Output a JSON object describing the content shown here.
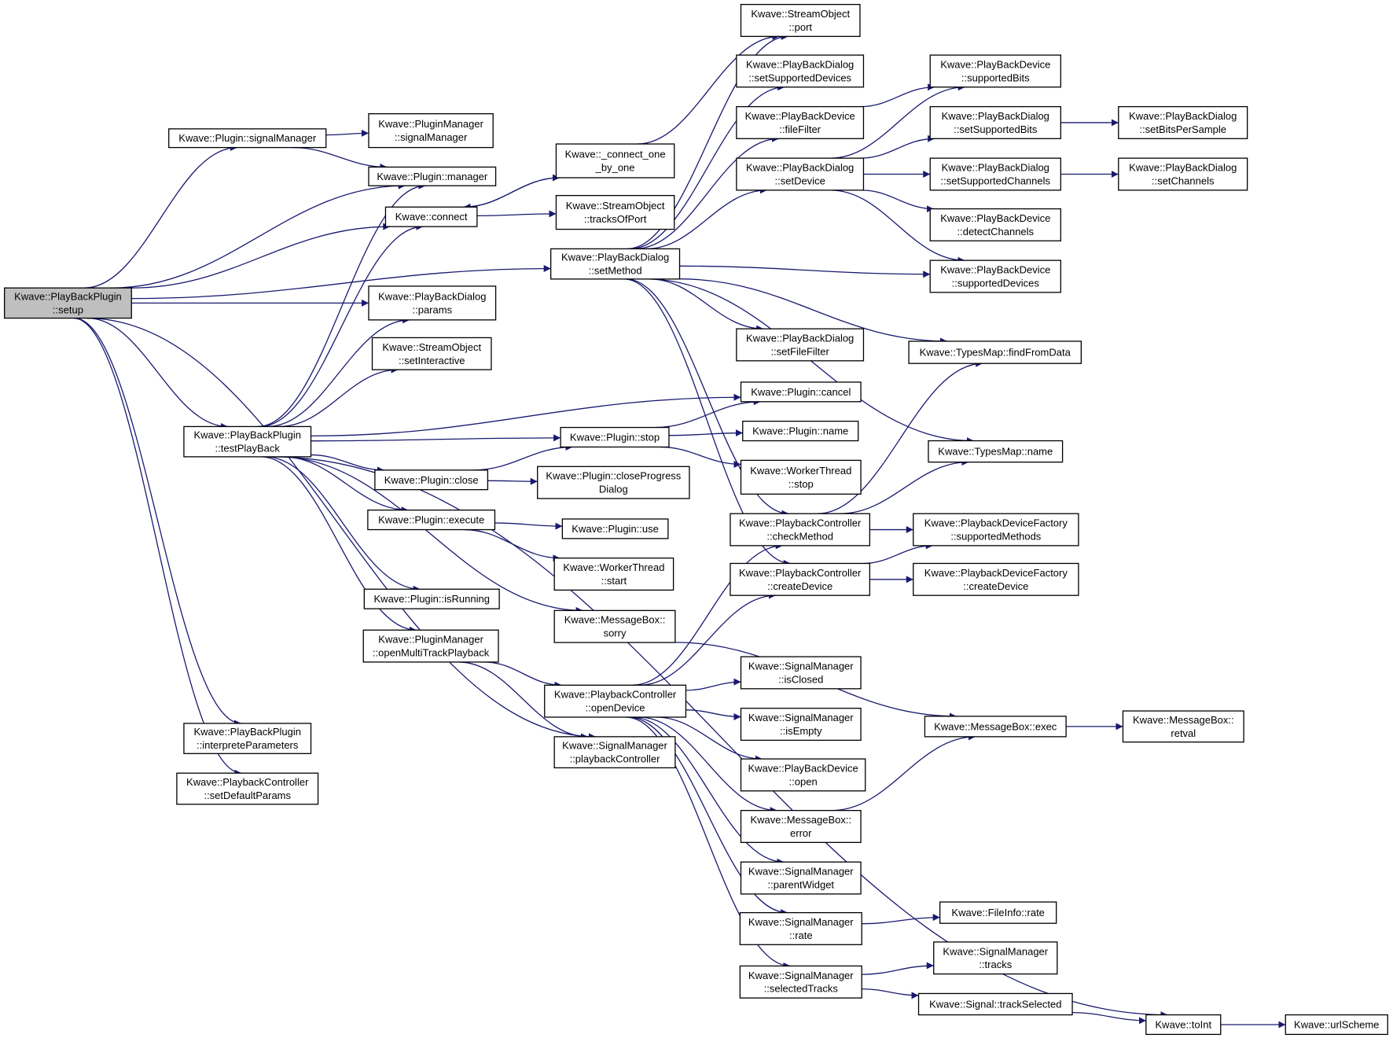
{
  "graph": {
    "nodes": [
      {
        "id": "setup",
        "lines": [
          "Kwave::PlayBackPlugin",
          "::setup"
        ],
        "root": true
      },
      {
        "id": "signalManager",
        "lines": [
          "Kwave::Plugin::signalManager"
        ]
      },
      {
        "id": "pmSignalManager",
        "lines": [
          "Kwave::PluginManager",
          "::signalManager"
        ]
      },
      {
        "id": "manager",
        "lines": [
          "Kwave::Plugin::manager"
        ]
      },
      {
        "id": "connect",
        "lines": [
          "Kwave::connect"
        ]
      },
      {
        "id": "connectOne",
        "lines": [
          "Kwave::_connect_one",
          "_by_one"
        ]
      },
      {
        "id": "tracksOfPort",
        "lines": [
          "Kwave::StreamObject",
          "::tracksOfPort"
        ]
      },
      {
        "id": "port",
        "lines": [
          "Kwave::StreamObject",
          "::port"
        ]
      },
      {
        "id": "setSupportedDevices",
        "lines": [
          "Kwave::PlayBackDialog",
          "::setSupportedDevices"
        ]
      },
      {
        "id": "fileFilter",
        "lines": [
          "Kwave::PlayBackDevice",
          "::fileFilter"
        ]
      },
      {
        "id": "setDevice",
        "lines": [
          "Kwave::PlayBackDialog",
          "::setDevice"
        ]
      },
      {
        "id": "supportedBits",
        "lines": [
          "Kwave::PlayBackDevice",
          "::supportedBits"
        ]
      },
      {
        "id": "setSupportedBits",
        "lines": [
          "Kwave::PlayBackDialog",
          "::setSupportedBits"
        ]
      },
      {
        "id": "setBitsPerSample",
        "lines": [
          "Kwave::PlayBackDialog",
          "::setBitsPerSample"
        ]
      },
      {
        "id": "setSupportedChannels",
        "lines": [
          "Kwave::PlayBackDialog",
          "::setSupportedChannels"
        ]
      },
      {
        "id": "setChannels",
        "lines": [
          "Kwave::PlayBackDialog",
          "::setChannels"
        ]
      },
      {
        "id": "detectChannels",
        "lines": [
          "Kwave::PlayBackDevice",
          "::detectChannels"
        ]
      },
      {
        "id": "supportedDevices",
        "lines": [
          "Kwave::PlayBackDevice",
          "::supportedDevices"
        ]
      },
      {
        "id": "setMethod",
        "lines": [
          "Kwave::PlayBackDialog",
          "::setMethod"
        ]
      },
      {
        "id": "params",
        "lines": [
          "Kwave::PlayBackDialog",
          "::params"
        ]
      },
      {
        "id": "setInteractive",
        "lines": [
          "Kwave::StreamObject",
          "::setInteractive"
        ]
      },
      {
        "id": "setFileFilter",
        "lines": [
          "Kwave::PlayBackDialog",
          "::setFileFilter"
        ]
      },
      {
        "id": "findFromData",
        "lines": [
          "Kwave::TypesMap::findFromData"
        ]
      },
      {
        "id": "cancel",
        "lines": [
          "Kwave::Plugin::cancel"
        ]
      },
      {
        "id": "testPlayBack",
        "lines": [
          "Kwave::PlayBackPlugin",
          "::testPlayBack"
        ]
      },
      {
        "id": "stop",
        "lines": [
          "Kwave::Plugin::stop"
        ]
      },
      {
        "id": "pluginName",
        "lines": [
          "Kwave::Plugin::name"
        ]
      },
      {
        "id": "typesMapName",
        "lines": [
          "Kwave::TypesMap::name"
        ]
      },
      {
        "id": "close",
        "lines": [
          "Kwave::Plugin::close"
        ]
      },
      {
        "id": "closeProgressDialog",
        "lines": [
          "Kwave::Plugin::closeProgress",
          "Dialog"
        ]
      },
      {
        "id": "workerStop",
        "lines": [
          "Kwave::WorkerThread",
          "::stop"
        ]
      },
      {
        "id": "checkMethod",
        "lines": [
          "Kwave::PlaybackController",
          "::checkMethod"
        ]
      },
      {
        "id": "supportedMethods",
        "lines": [
          "Kwave::PlaybackDeviceFactory",
          "::supportedMethods"
        ]
      },
      {
        "id": "execute",
        "lines": [
          "Kwave::Plugin::execute"
        ]
      },
      {
        "id": "use",
        "lines": [
          "Kwave::Plugin::use"
        ]
      },
      {
        "id": "workerStart",
        "lines": [
          "Kwave::WorkerThread",
          "::start"
        ]
      },
      {
        "id": "createDevice",
        "lines": [
          "Kwave::PlaybackController",
          "::createDevice"
        ]
      },
      {
        "id": "factoryCreateDevice",
        "lines": [
          "Kwave::PlaybackDeviceFactory",
          "::createDevice"
        ]
      },
      {
        "id": "isRunning",
        "lines": [
          "Kwave::Plugin::isRunning"
        ]
      },
      {
        "id": "sorry",
        "lines": [
          "Kwave::MessageBox::",
          "sorry"
        ]
      },
      {
        "id": "openMultiTrack",
        "lines": [
          "Kwave::PluginManager",
          "::openMultiTrackPlayback"
        ]
      },
      {
        "id": "isClosed",
        "lines": [
          "Kwave::SignalManager",
          "::isClosed"
        ]
      },
      {
        "id": "openDevice",
        "lines": [
          "Kwave::PlaybackController",
          "::openDevice"
        ]
      },
      {
        "id": "isEmpty",
        "lines": [
          "Kwave::SignalManager",
          "::isEmpty"
        ]
      },
      {
        "id": "msgExec",
        "lines": [
          "Kwave::MessageBox::exec"
        ]
      },
      {
        "id": "retval",
        "lines": [
          "Kwave::MessageBox::",
          "retval"
        ]
      },
      {
        "id": "interpreteParameters",
        "lines": [
          "Kwave::PlayBackPlugin",
          "::interpreteParameters"
        ]
      },
      {
        "id": "playbackController",
        "lines": [
          "Kwave::SignalManager",
          "::playbackController"
        ]
      },
      {
        "id": "deviceOpen",
        "lines": [
          "Kwave::PlayBackDevice",
          "::open"
        ]
      },
      {
        "id": "setDefaultParams",
        "lines": [
          "Kwave::PlaybackController",
          "::setDefaultParams"
        ]
      },
      {
        "id": "msgError",
        "lines": [
          "Kwave::MessageBox::",
          "error"
        ]
      },
      {
        "id": "parentWidget",
        "lines": [
          "Kwave::SignalManager",
          "::parentWidget"
        ]
      },
      {
        "id": "fileInfoRate",
        "lines": [
          "Kwave::FileInfo::rate"
        ]
      },
      {
        "id": "smRate",
        "lines": [
          "Kwave::SignalManager",
          "::rate"
        ]
      },
      {
        "id": "smTracks",
        "lines": [
          "Kwave::SignalManager",
          "::tracks"
        ]
      },
      {
        "id": "selectedTracks",
        "lines": [
          "Kwave::SignalManager",
          "::selectedTracks"
        ]
      },
      {
        "id": "trackSelected",
        "lines": [
          "Kwave::Signal::trackSelected"
        ]
      },
      {
        "id": "toInt",
        "lines": [
          "Kwave::toInt"
        ]
      },
      {
        "id": "urlScheme",
        "lines": [
          "Kwave::urlScheme"
        ]
      }
    ],
    "edges": [
      [
        "setup",
        "signalManager"
      ],
      [
        "setup",
        "manager"
      ],
      [
        "setup",
        "connect"
      ],
      [
        "setup",
        "setMethod"
      ],
      [
        "setup",
        "params"
      ],
      [
        "setup",
        "testPlayBack"
      ],
      [
        "setup",
        "playbackController"
      ],
      [
        "setup",
        "interpreteParameters"
      ],
      [
        "setup",
        "setDefaultParams"
      ],
      [
        "signalManager",
        "pmSignalManager"
      ],
      [
        "signalManager",
        "manager"
      ],
      [
        "connect",
        "connectOne"
      ],
      [
        "connect",
        "tracksOfPort"
      ],
      [
        "connectOne",
        "connect"
      ],
      [
        "connectOne",
        "port"
      ],
      [
        "setMethod",
        "port"
      ],
      [
        "setMethod",
        "setSupportedDevices"
      ],
      [
        "setMethod",
        "fileFilter"
      ],
      [
        "setMethod",
        "setDevice"
      ],
      [
        "setMethod",
        "supportedDevices"
      ],
      [
        "setMethod",
        "findFromData"
      ],
      [
        "setMethod",
        "setFileFilter"
      ],
      [
        "setMethod",
        "typesMapName"
      ],
      [
        "setMethod",
        "checkMethod"
      ],
      [
        "setMethod",
        "createDevice"
      ],
      [
        "fileFilter",
        "supportedBits"
      ],
      [
        "setDevice",
        "supportedBits"
      ],
      [
        "setDevice",
        "setSupportedBits"
      ],
      [
        "setDevice",
        "setSupportedChannels"
      ],
      [
        "setDevice",
        "detectChannels"
      ],
      [
        "setDevice",
        "supportedDevices"
      ],
      [
        "setSupportedBits",
        "setBitsPerSample"
      ],
      [
        "setSupportedChannels",
        "setChannels"
      ],
      [
        "testPlayBack",
        "manager"
      ],
      [
        "testPlayBack",
        "connect"
      ],
      [
        "testPlayBack",
        "params"
      ],
      [
        "testPlayBack",
        "setInteractive"
      ],
      [
        "testPlayBack",
        "cancel"
      ],
      [
        "testPlayBack",
        "stop"
      ],
      [
        "testPlayBack",
        "close"
      ],
      [
        "testPlayBack",
        "execute"
      ],
      [
        "testPlayBack",
        "sorry"
      ],
      [
        "testPlayBack",
        "isRunning"
      ],
      [
        "testPlayBack",
        "openMultiTrack"
      ],
      [
        "testPlayBack",
        "toInt"
      ],
      [
        "stop",
        "cancel"
      ],
      [
        "stop",
        "pluginName"
      ],
      [
        "stop",
        "workerStop"
      ],
      [
        "close",
        "stop"
      ],
      [
        "close",
        "closeProgressDialog"
      ],
      [
        "execute",
        "use"
      ],
      [
        "execute",
        "workerStart"
      ],
      [
        "checkMethod",
        "findFromData"
      ],
      [
        "checkMethod",
        "typesMapName"
      ],
      [
        "checkMethod",
        "supportedMethods"
      ],
      [
        "createDevice",
        "supportedMethods"
      ],
      [
        "createDevice",
        "factoryCreateDevice"
      ],
      [
        "sorry",
        "msgExec"
      ],
      [
        "openMultiTrack",
        "openDevice"
      ],
      [
        "openMultiTrack",
        "playbackController"
      ],
      [
        "openDevice",
        "checkMethod"
      ],
      [
        "openDevice",
        "createDevice"
      ],
      [
        "openDevice",
        "isClosed"
      ],
      [
        "openDevice",
        "isEmpty"
      ],
      [
        "openDevice",
        "deviceOpen"
      ],
      [
        "openDevice",
        "msgError"
      ],
      [
        "openDevice",
        "parentWidget"
      ],
      [
        "openDevice",
        "smRate"
      ],
      [
        "openDevice",
        "selectedTracks"
      ],
      [
        "msgExec",
        "retval"
      ],
      [
        "msgError",
        "msgExec"
      ],
      [
        "smRate",
        "fileInfoRate"
      ],
      [
        "selectedTracks",
        "smTracks"
      ],
      [
        "selectedTracks",
        "trackSelected"
      ],
      [
        "trackSelected",
        "toInt"
      ],
      [
        "toInt",
        "urlScheme"
      ]
    ]
  }
}
